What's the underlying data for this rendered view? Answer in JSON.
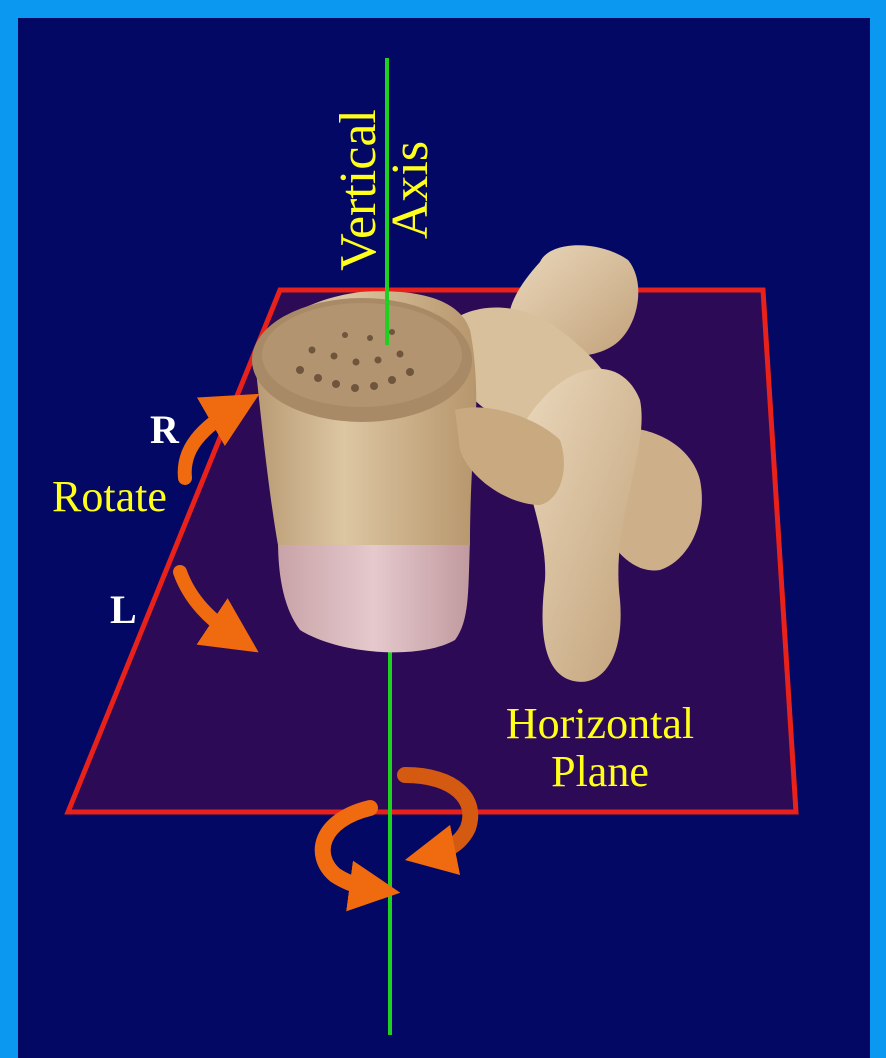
{
  "labels": {
    "vertical_axis_line1": "Vertical",
    "vertical_axis_line2": "Axis",
    "horizontal_plane_line1": "Horizontal",
    "horizontal_plane_line2": "Plane",
    "rotate": "Rotate",
    "right": "R",
    "left": "L"
  },
  "colors": {
    "frame": "#0a98f0",
    "background": "#020863",
    "plane_fill": "#2d0a55",
    "plane_edge": "#e8221b",
    "axis": "#1fd020",
    "arrow": "#f06a10",
    "label_text": "#ffff1a",
    "side_label": "#ffffff",
    "bone": "#d9c4a0"
  }
}
